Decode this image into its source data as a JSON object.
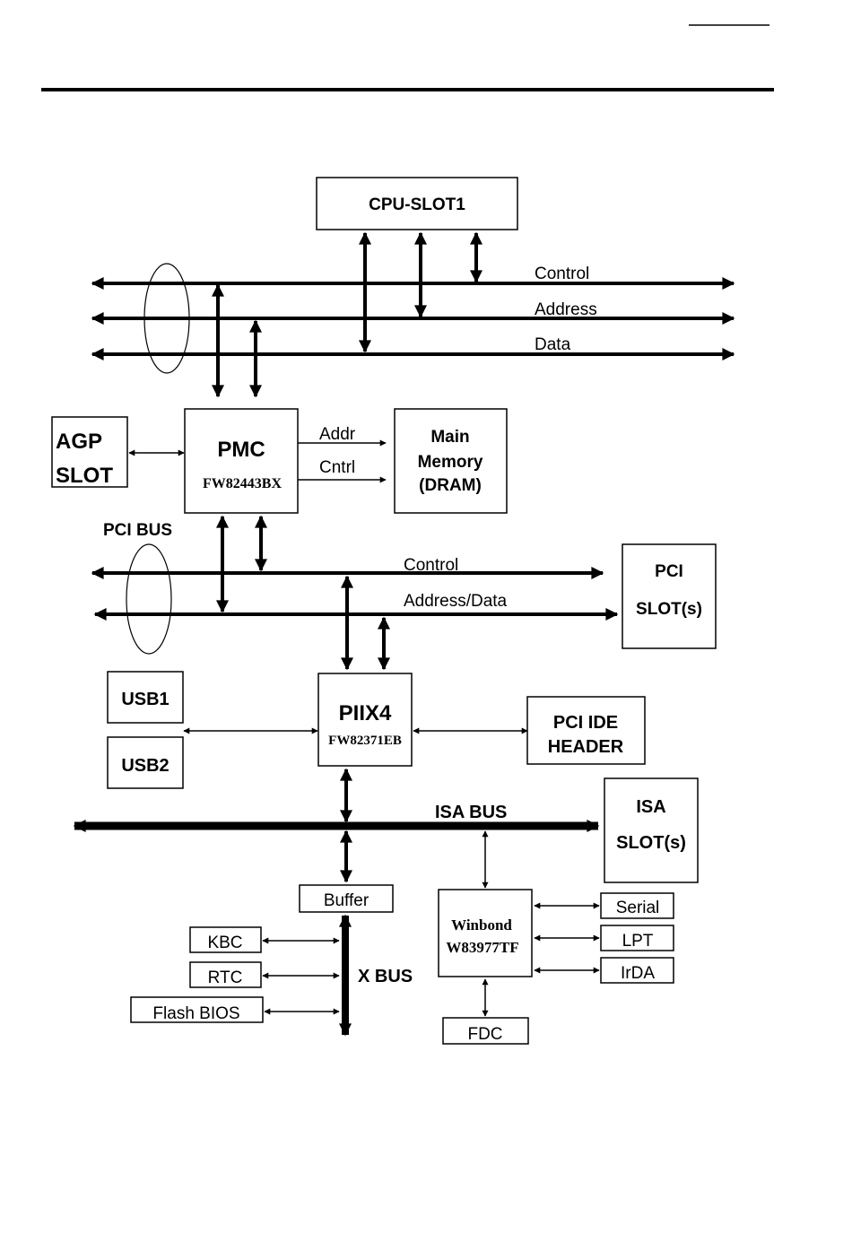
{
  "blocks": {
    "cpu": "CPU-SLOT1",
    "agp": [
      "AGP",
      "SLOT"
    ],
    "pmc": "PMC",
    "pmc_part": "FW82443BX",
    "memory": [
      "Main",
      "Memory",
      "(DRAM)"
    ],
    "pci_slots": [
      "PCI",
      "SLOT(s)"
    ],
    "usb1": "USB1",
    "usb2": "USB2",
    "piix4": "PIIX4",
    "piix4_part": "FW82371EB",
    "pci_ide": [
      "PCI IDE",
      "HEADER"
    ],
    "isa_slots": [
      "ISA",
      "SLOT(s)"
    ],
    "buffer": "Buffer",
    "kbc": "KBC",
    "rtc": "RTC",
    "flash_bios": "Flash BIOS",
    "winbond": [
      "Winbond",
      "W83977TF"
    ],
    "serial": "Serial",
    "lpt": "LPT",
    "irda": "IrDA",
    "fdc": "FDC"
  },
  "buses": {
    "host_control": "Control",
    "host_address": "Address",
    "host_data": "Data",
    "mem_addr": "Addr",
    "mem_cntrl": "Cntrl",
    "pci_bus": "PCI BUS",
    "pci_control": "Control",
    "pci_address_data": "Address/Data",
    "isa_bus": "ISA BUS",
    "x_bus": "X BUS"
  }
}
